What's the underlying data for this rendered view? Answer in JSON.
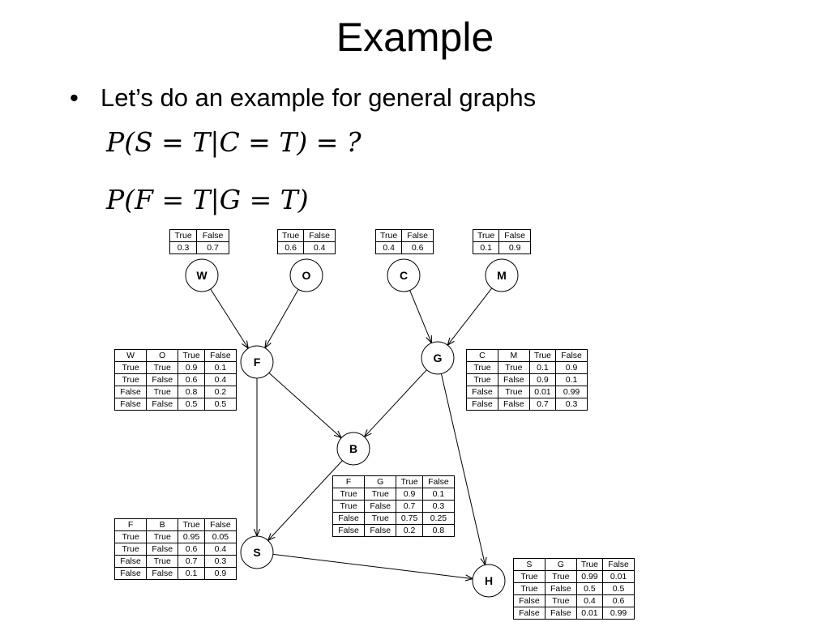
{
  "title": "Example",
  "bullet": "Let’s do an example for general graphs",
  "bullet_marker": "•",
  "equations": [
    "P(S = T|C = T) = ?",
    "P(F = T|G = T)"
  ],
  "nodes": [
    "W",
    "O",
    "C",
    "M",
    "F",
    "G",
    "B",
    "S",
    "H"
  ],
  "edges": [
    [
      "W",
      "F"
    ],
    [
      "O",
      "F"
    ],
    [
      "C",
      "G"
    ],
    [
      "M",
      "G"
    ],
    [
      "F",
      "B"
    ],
    [
      "G",
      "B"
    ],
    [
      "F",
      "S"
    ],
    [
      "B",
      "S"
    ],
    [
      "G",
      "H"
    ],
    [
      "S",
      "H"
    ]
  ],
  "tables": {
    "W": {
      "header": [
        "True",
        "False"
      ],
      "rows": [
        [
          "0.3",
          "0.7"
        ]
      ]
    },
    "O": {
      "header": [
        "True",
        "False"
      ],
      "rows": [
        [
          "0.6",
          "0.4"
        ]
      ]
    },
    "C": {
      "header": [
        "True",
        "False"
      ],
      "rows": [
        [
          "0.4",
          "0.6"
        ]
      ]
    },
    "M": {
      "header": [
        "True",
        "False"
      ],
      "rows": [
        [
          "0.1",
          "0.9"
        ]
      ]
    },
    "F": {
      "header": [
        "W",
        "O",
        "True",
        "False"
      ],
      "rows": [
        [
          "True",
          "True",
          "0.9",
          "0.1"
        ],
        [
          "True",
          "False",
          "0.6",
          "0.4"
        ],
        [
          "False",
          "True",
          "0.8",
          "0.2"
        ],
        [
          "False",
          "False",
          "0.5",
          "0.5"
        ]
      ]
    },
    "G": {
      "header": [
        "C",
        "M",
        "True",
        "False"
      ],
      "rows": [
        [
          "True",
          "True",
          "0.1",
          "0.9"
        ],
        [
          "True",
          "False",
          "0.9",
          "0.1"
        ],
        [
          "False",
          "True",
          "0.01",
          "0.99"
        ],
        [
          "False",
          "False",
          "0.7",
          "0.3"
        ]
      ]
    },
    "B": {
      "header": [
        "F",
        "G",
        "True",
        "False"
      ],
      "rows": [
        [
          "True",
          "True",
          "0.9",
          "0.1"
        ],
        [
          "True",
          "False",
          "0.7",
          "0.3"
        ],
        [
          "False",
          "True",
          "0.75",
          "0.25"
        ],
        [
          "False",
          "False",
          "0.2",
          "0.8"
        ]
      ]
    },
    "S": {
      "header": [
        "F",
        "B",
        "True",
        "False"
      ],
      "rows": [
        [
          "True",
          "True",
          "0.95",
          "0.05"
        ],
        [
          "True",
          "False",
          "0.6",
          "0.4"
        ],
        [
          "False",
          "True",
          "0.7",
          "0.3"
        ],
        [
          "False",
          "False",
          "0.1",
          "0.9"
        ]
      ]
    },
    "H": {
      "header": [
        "S",
        "G",
        "True",
        "False"
      ],
      "rows": [
        [
          "True",
          "True",
          "0.99",
          "0.01"
        ],
        [
          "True",
          "False",
          "0.5",
          "0.5"
        ],
        [
          "False",
          "True",
          "0.4",
          "0.6"
        ],
        [
          "False",
          "False",
          "0.01",
          "0.99"
        ]
      ]
    }
  }
}
